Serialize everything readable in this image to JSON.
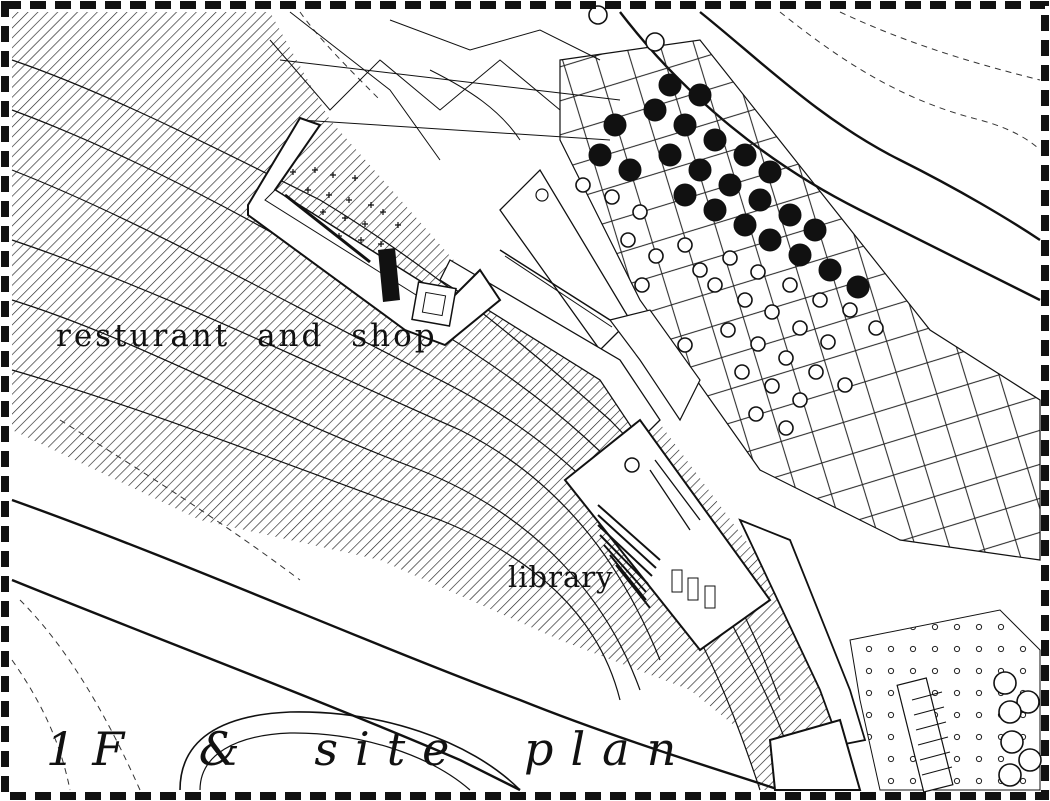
{
  "labels": {
    "restaurant": "resturant and shop",
    "library": "library",
    "title": "1F & site plan"
  },
  "colors": {
    "ink": "#111111",
    "hatch": "#222222",
    "paper": "#ffffff"
  }
}
